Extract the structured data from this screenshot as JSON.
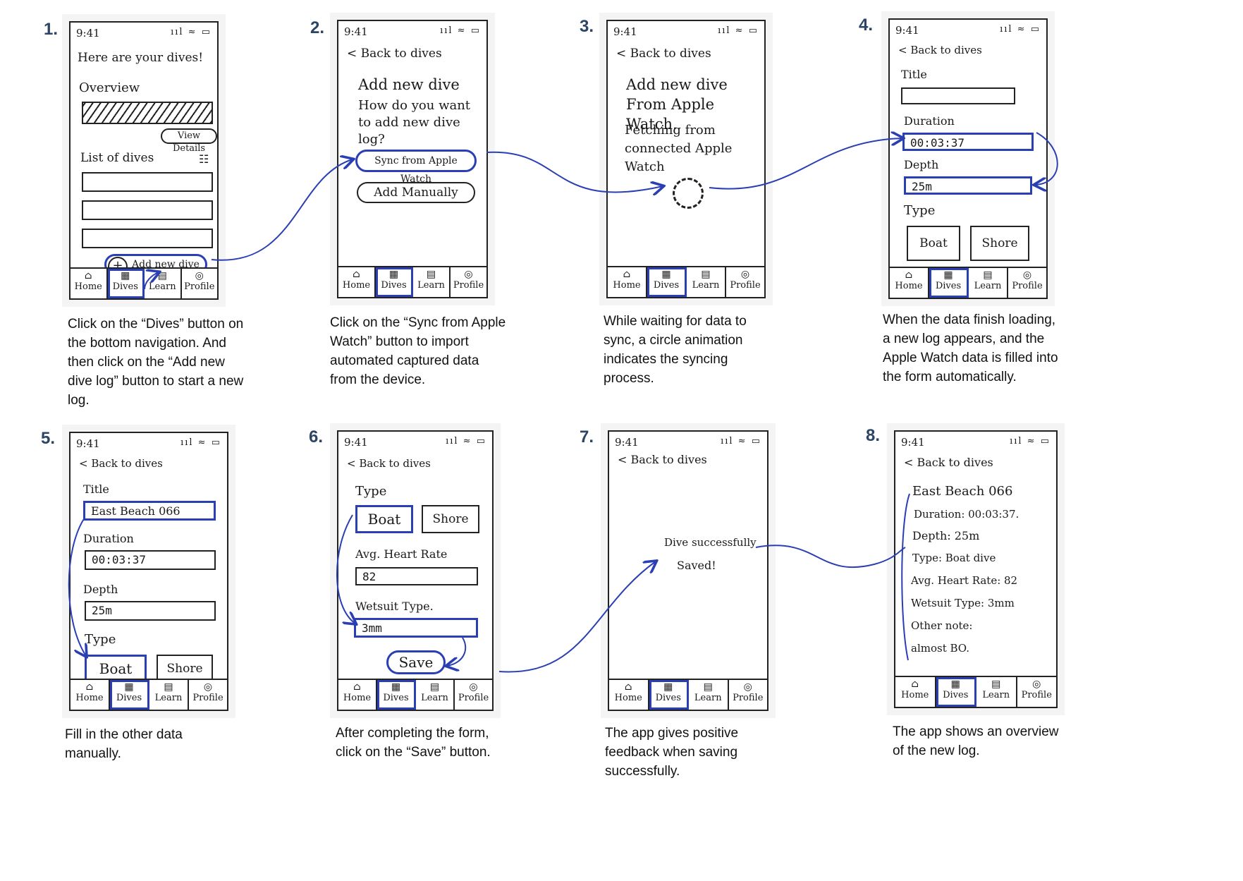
{
  "steps": [
    {
      "num": "1.",
      "status_time": "9:41",
      "heading": "Here are your dives!",
      "overview_label": "Overview",
      "view_details": "View Details",
      "list_label": "List of dives",
      "add_log": "Add new dive log",
      "caption": "Click on the “Dives” button on the bottom navigation. And then click on the “Add new dive log” button to start a new log."
    },
    {
      "num": "2.",
      "status_time": "9:41",
      "back": "< Back to dives",
      "title": "Add new dive",
      "question": "How do you want to add new dive log?",
      "sync_btn": "Sync from Apple Watch",
      "manual_btn": "Add Manually",
      "caption": "Click on the “Sync from Apple Watch” button to import automated captured data from the device."
    },
    {
      "num": "3.",
      "status_time": "9:41",
      "back": "< Back to dives",
      "title": "Add new dive From Apple Watch.",
      "fetching": "Fetching from connected Apple Watch",
      "caption": "While waiting for data to sync, a circle animation indicates the syncing process."
    },
    {
      "num": "4.",
      "status_time": "9:41",
      "back": "< Back to dives",
      "title_label": "Title",
      "duration_label": "Duration",
      "duration_value": "00:03:37",
      "depth_label": "Depth",
      "depth_value": "25m",
      "type_label": "Type",
      "boat": "Boat",
      "shore": "Shore",
      "caption": "When the data finish loading, a new log appears, and the Apple Watch data is filled into the form automatically."
    },
    {
      "num": "5.",
      "status_time": "9:41",
      "back": "< Back to dives",
      "title_label": "Title",
      "title_value": "East Beach 066",
      "duration_label": "Duration",
      "duration_value": "00:03:37",
      "depth_label": "Depth",
      "depth_value": "25m",
      "type_label": "Type",
      "boat": "Boat",
      "shore": "Shore",
      "caption": "Fill in the other data manually."
    },
    {
      "num": "6.",
      "status_time": "9:41",
      "back": "< Back to dives",
      "type_label": "Type",
      "boat": "Boat",
      "shore": "Shore",
      "heart_label": "Avg. Heart Rate",
      "heart_value": "82",
      "wetsuit_label": "Wetsuit Type.",
      "wetsuit_value": "3mm",
      "save": "Save",
      "caption": "After completing the form, click on the “Save” button."
    },
    {
      "num": "7.",
      "status_time": "9:41",
      "back": "< Back to dives",
      "message_line1": "Dive successfully",
      "message_line2": "Saved!",
      "caption": "The app gives positive feedback when saving successfully."
    },
    {
      "num": "8.",
      "status_time": "9:41",
      "back": "< Back to dives",
      "log_title": "East Beach 066",
      "duration": "Duration: 00:03:37.",
      "depth": "Depth: 25m",
      "type": "Type: Boat dive",
      "heart": "Avg. Heart Rate: 82",
      "wetsuit": "Wetsuit Type: 3mm",
      "note_label": "Other note:",
      "note_value": "almost BO.",
      "caption": "The app shows an overview of the new log."
    }
  ],
  "nav": {
    "home": "Home",
    "dives": "Dives",
    "learn": "Learn",
    "profile": "Profile"
  },
  "status": {
    "signal": "ııl ≈ ▭"
  },
  "colors": {
    "accent": "#2a3fb3",
    "step_number": "#2d4565",
    "ink": "#1a1a1a"
  }
}
